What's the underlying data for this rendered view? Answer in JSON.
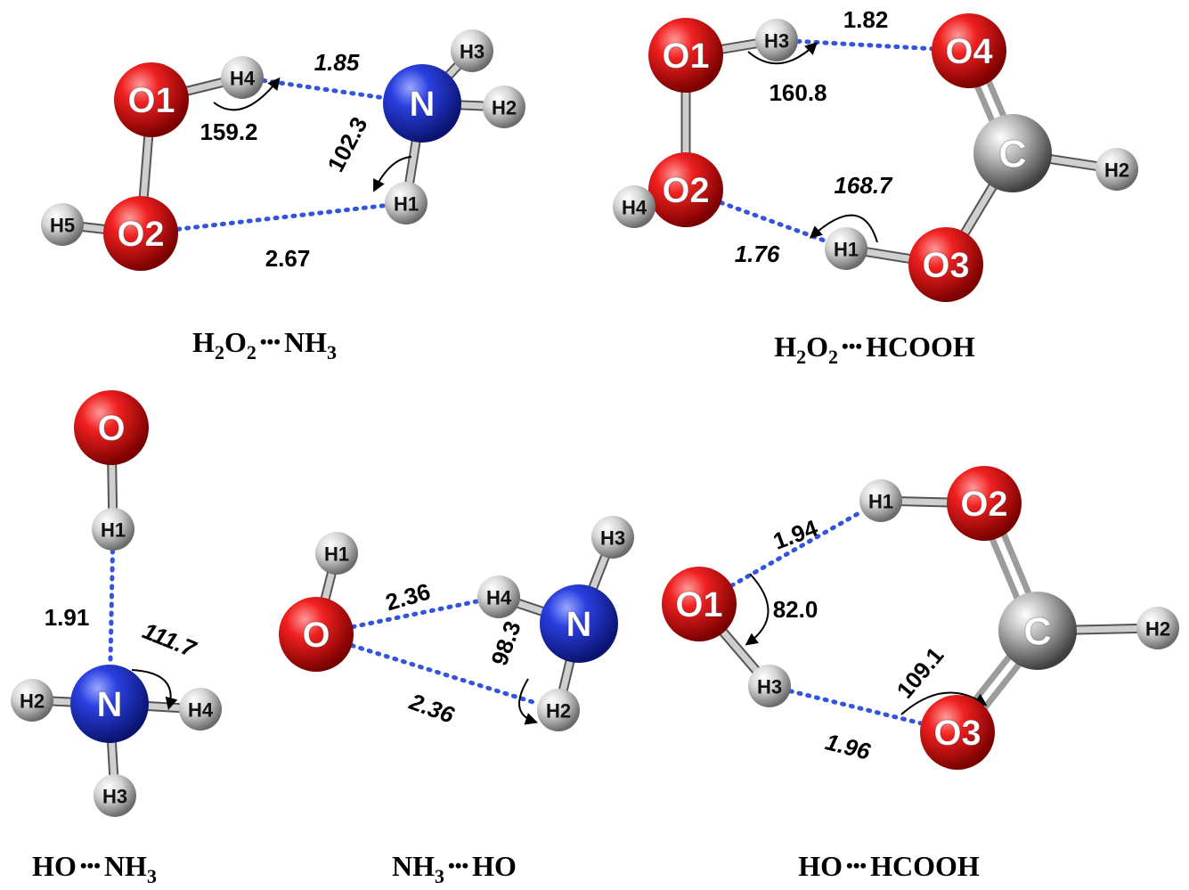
{
  "colors": {
    "oxygen": "#e81010",
    "nitrogen": "#2a3fe0",
    "carbon": "#b8b8b8",
    "hydrogen": "#d4d4d4",
    "hbond": "#3355dd"
  },
  "panels": [
    {
      "id": "h2o2-nh3",
      "caption": {
        "left": "H",
        "sub1": "2",
        "mid": "O",
        "sub2": "2",
        "dots": "•••",
        "right": "NH",
        "sub3": "3"
      },
      "atoms": [
        {
          "id": "O1",
          "label": "O1",
          "el": "O"
        },
        {
          "id": "O2",
          "label": "O2",
          "el": "O"
        },
        {
          "id": "H4",
          "label": "H4",
          "el": "H"
        },
        {
          "id": "H5",
          "label": "H5",
          "el": "H"
        },
        {
          "id": "N",
          "label": "N",
          "el": "N"
        },
        {
          "id": "H1",
          "label": "H1",
          "el": "H"
        },
        {
          "id": "H2",
          "label": "H2",
          "el": "H"
        },
        {
          "id": "H3",
          "label": "H3",
          "el": "H"
        }
      ],
      "measurements": [
        {
          "text": "1.85",
          "italic": true
        },
        {
          "text": "159.2",
          "italic": false
        },
        {
          "text": "102.3",
          "italic": false
        },
        {
          "text": "2.67",
          "italic": false
        }
      ]
    },
    {
      "id": "h2o2-hcooh",
      "caption": {
        "left": "H",
        "sub1": "2",
        "mid": "O",
        "sub2": "2",
        "dots": "•••",
        "right": "HCOOH",
        "sub3": ""
      },
      "atoms": [
        {
          "id": "O1",
          "label": "O1",
          "el": "O"
        },
        {
          "id": "O2",
          "label": "O2",
          "el": "O"
        },
        {
          "id": "H3",
          "label": "H3",
          "el": "H"
        },
        {
          "id": "H4",
          "label": "H4",
          "el": "H"
        },
        {
          "id": "O4",
          "label": "O4",
          "el": "O"
        },
        {
          "id": "C",
          "label": "C",
          "el": "C"
        },
        {
          "id": "H2",
          "label": "H2",
          "el": "H"
        },
        {
          "id": "O3",
          "label": "O3",
          "el": "O"
        },
        {
          "id": "H1",
          "label": "H1",
          "el": "H"
        }
      ],
      "measurements": [
        {
          "text": "1.82",
          "italic": false
        },
        {
          "text": "160.8",
          "italic": false
        },
        {
          "text": "168.7",
          "italic": true
        },
        {
          "text": "1.76",
          "italic": true
        }
      ]
    },
    {
      "id": "ho-nh3",
      "caption": {
        "left": "HO",
        "dots": "•••",
        "right": "NH",
        "sub3": "3"
      },
      "atoms": [
        {
          "id": "O",
          "label": "O",
          "el": "O"
        },
        {
          "id": "H1",
          "label": "H1",
          "el": "H"
        },
        {
          "id": "N",
          "label": "N",
          "el": "N"
        },
        {
          "id": "H2",
          "label": "H2",
          "el": "H"
        },
        {
          "id": "H4",
          "label": "H4",
          "el": "H"
        },
        {
          "id": "H3",
          "label": "H3",
          "el": "H"
        }
      ],
      "measurements": [
        {
          "text": "1.91",
          "italic": false
        },
        {
          "text": "111.7",
          "italic": true
        }
      ]
    },
    {
      "id": "nh3-ho",
      "caption": {
        "left": "NH",
        "sub1": "3",
        "dots": "•••",
        "right": "HO"
      },
      "atoms": [
        {
          "id": "H1",
          "label": "H1",
          "el": "H"
        },
        {
          "id": "O",
          "label": "O",
          "el": "O"
        },
        {
          "id": "H4",
          "label": "H4",
          "el": "H"
        },
        {
          "id": "N",
          "label": "N",
          "el": "N"
        },
        {
          "id": "H3",
          "label": "H3",
          "el": "H"
        },
        {
          "id": "H2",
          "label": "H2",
          "el": "H"
        }
      ],
      "measurements": [
        {
          "text": "2.36",
          "italic": false
        },
        {
          "text": "98.3",
          "italic": false
        },
        {
          "text": "2.36",
          "italic": true
        }
      ]
    },
    {
      "id": "ho-hcooh",
      "caption": {
        "left": "HO",
        "dots": "•••",
        "right": "HCOOH"
      },
      "atoms": [
        {
          "id": "H1",
          "label": "H1",
          "el": "H"
        },
        {
          "id": "O2",
          "label": "O2",
          "el": "O"
        },
        {
          "id": "O1",
          "label": "O1",
          "el": "O"
        },
        {
          "id": "C",
          "label": "C",
          "el": "C"
        },
        {
          "id": "H2",
          "label": "H2",
          "el": "H"
        },
        {
          "id": "H3",
          "label": "H3",
          "el": "H"
        },
        {
          "id": "O3",
          "label": "O3",
          "el": "O"
        }
      ],
      "measurements": [
        {
          "text": "1.94",
          "italic": false
        },
        {
          "text": "82.0",
          "italic": false
        },
        {
          "text": "109.1",
          "italic": false
        },
        {
          "text": "1.96",
          "italic": true
        }
      ]
    }
  ]
}
